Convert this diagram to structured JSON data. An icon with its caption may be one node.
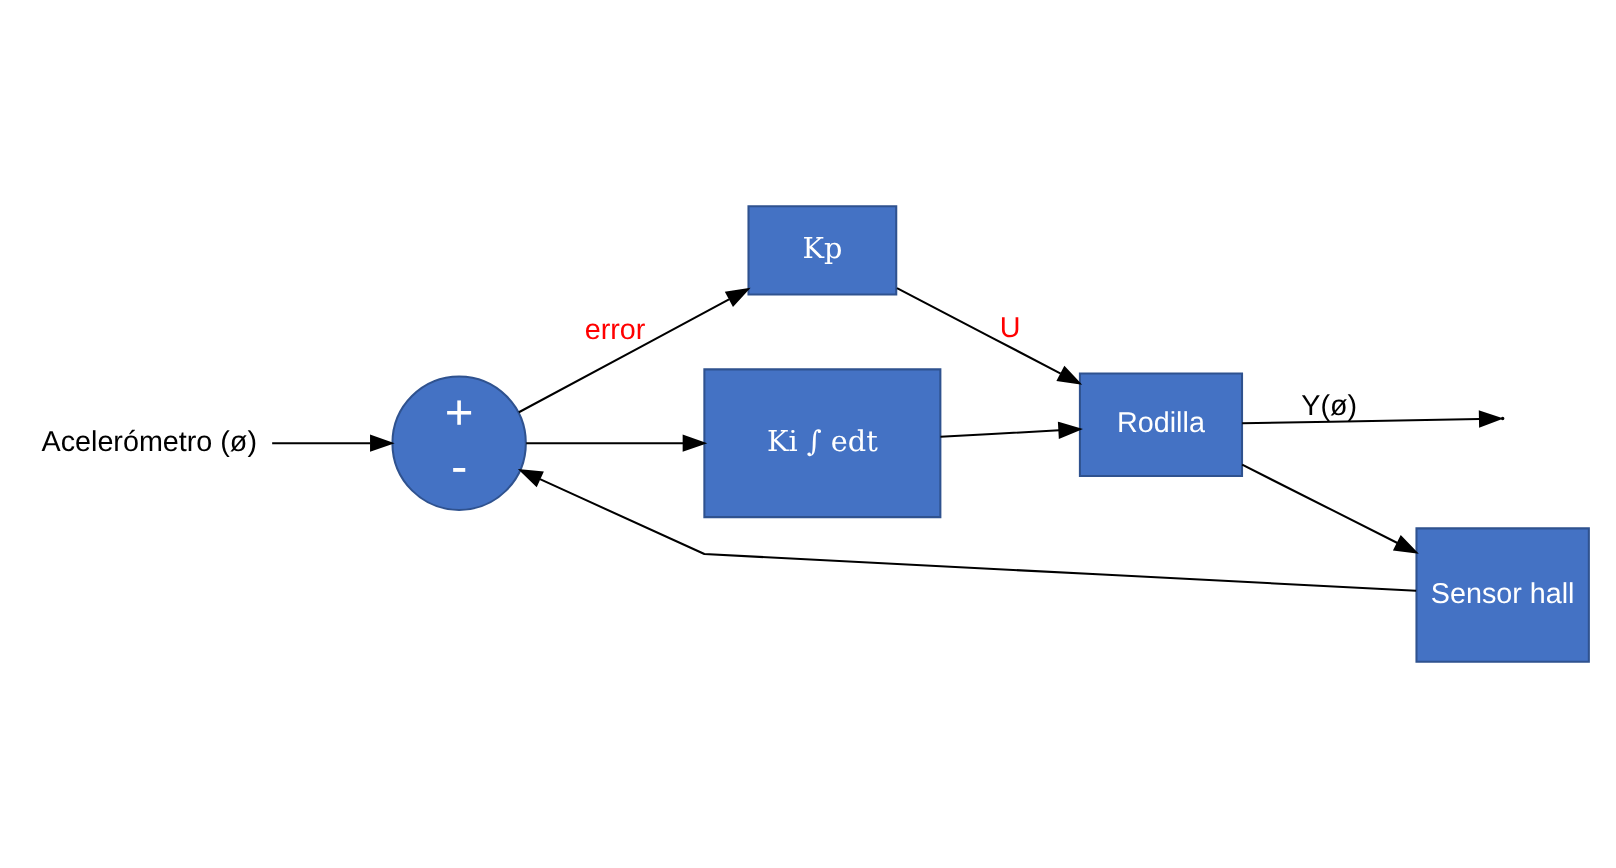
{
  "diagram": {
    "nodes": [
      {
        "text": [
          "Acelerómetro (ø)"
        ]
      },
      {
        "text": [
          "+",
          "-"
        ]
      },
      {
        "text": [
          "Kp"
        ]
      },
      {
        "text": [
          "Ki ∫ edt"
        ]
      },
      {
        "text": [
          "Rodilla"
        ]
      },
      {
        "text": [
          "Sensor hall"
        ]
      }
    ],
    "edges": [
      {
        "from": 0,
        "to": 1,
        "arrow": "to"
      },
      {
        "from": 1,
        "to": 2,
        "arrow": "to",
        "label": "error"
      },
      {
        "from": 1,
        "to": 3,
        "arrow": "to"
      },
      {
        "from": 2,
        "to": 4,
        "arrow": "to",
        "label": "U"
      },
      {
        "from": 3,
        "to": 4,
        "arrow": "to"
      },
      {
        "from": 4,
        "to": null,
        "arrow": "to",
        "label": "Y(ø)"
      },
      {
        "from": 4,
        "to": 5,
        "arrow": "to"
      },
      {
        "from": 5,
        "to": 1,
        "arrow": "to"
      }
    ]
  }
}
